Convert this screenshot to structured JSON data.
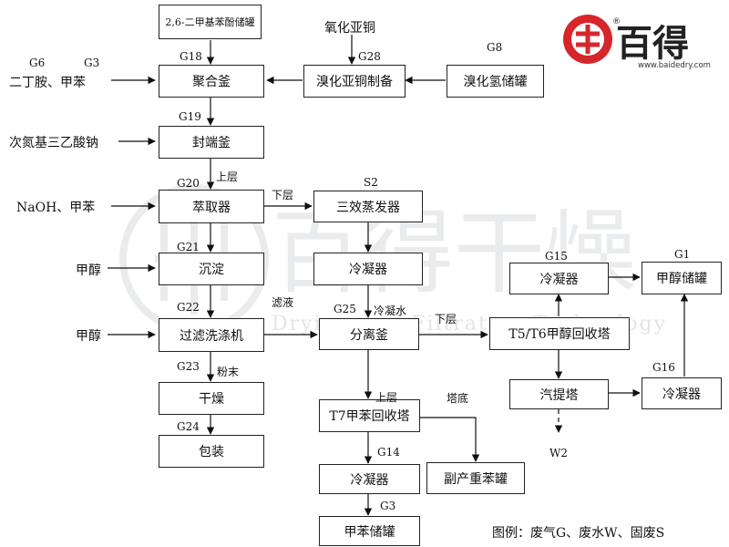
{
  "logo": {
    "name": "百得",
    "url": "www.baidedry.com",
    "color": "#d7262b"
  },
  "watermark": {
    "main": "百得干燥",
    "sub": "Drying and Filtration Technology"
  },
  "boxes": {
    "dmp_tank": "2,6-二甲基苯酚储罐",
    "polymer": "聚合釜",
    "cuprous": "溴化亚铜制备",
    "hbr_tank": "溴化氢储罐",
    "capping": "封端釜",
    "extractor": "萃取器",
    "evaporator": "三效蒸发器",
    "precip": "沉淀",
    "condenser1": "冷凝器",
    "filter_wash": "过滤洗涤机",
    "separator": "分离釜",
    "condenser_top": "冷凝器",
    "methanol_tank": "甲醇储罐",
    "t5t6": "T5/T6甲醇回收塔",
    "stripper": "汽提塔",
    "condenser_right": "冷凝器",
    "dryer": "干燥",
    "t7": "T7甲苯回收塔",
    "packaging": "包装",
    "condenser_t7": "冷凝器",
    "byproduct": "副产重苯罐",
    "toluene_tank": "甲苯储罐"
  },
  "labels": {
    "g6": "G6",
    "g3_top": "G3",
    "dba_toluene": "二丁胺、甲苯",
    "g18": "G18",
    "cu_oxide": "氧化亚铜",
    "g28": "G28",
    "g8": "G8",
    "g19": "G19",
    "nta": "次氮基三乙酸钠",
    "upper1": "上层",
    "g20": "G20",
    "lower1": "下层",
    "s2": "S2",
    "naoh": "NaOH、甲苯",
    "g21": "G21",
    "methanol1": "甲醇",
    "g15": "G15",
    "g1": "G1",
    "g22": "G22",
    "filtrate": "滤液",
    "g25": "G25",
    "cond_water": "冷凝水",
    "lower2": "下层",
    "methanol2": "甲醇",
    "g23": "G23",
    "powder": "粉末",
    "g16": "G16",
    "upper2": "上层",
    "bottoms": "塔底",
    "g24": "G24",
    "w2": "W2",
    "g14": "G14",
    "g3_bottom": "G3"
  },
  "legend": "图例：废气G、废水W、固废S"
}
